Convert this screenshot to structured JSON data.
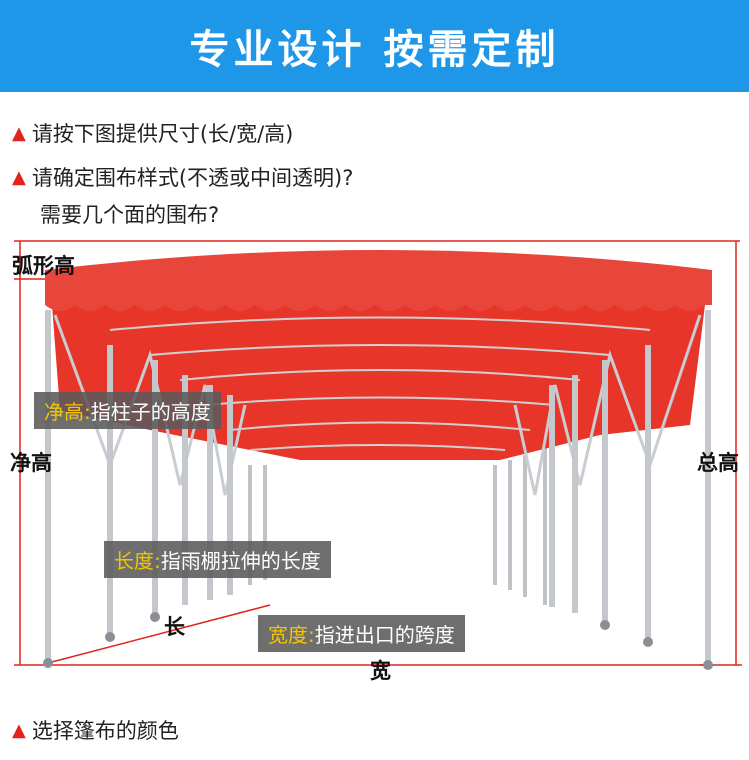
{
  "banner": {
    "title": "专业设计 按需定制"
  },
  "bullets": {
    "size": "请按下图提供尺寸(长/宽/高)",
    "style": "请确定围布样式(不透或中间透明)?",
    "faces": "需要几个面的围布?",
    "color": "选择篷布的颜色"
  },
  "diagram": {
    "arc_height": "弧形高",
    "clear_height": "净高",
    "total_height": "总高",
    "length": "长",
    "width": "宽",
    "notes": {
      "clear_height": {
        "key": "净高:",
        "text": "指柱子的高度"
      },
      "length": {
        "key": "长度:",
        "text": "指雨棚拉伸的长度"
      },
      "width": {
        "key": "宽度:",
        "text": "指进出口的跨度"
      }
    }
  },
  "colors": {
    "banner": "#1e97e8",
    "canopy": "#e8352a",
    "marker": "#e3241c",
    "note_key": "#f5c400"
  }
}
